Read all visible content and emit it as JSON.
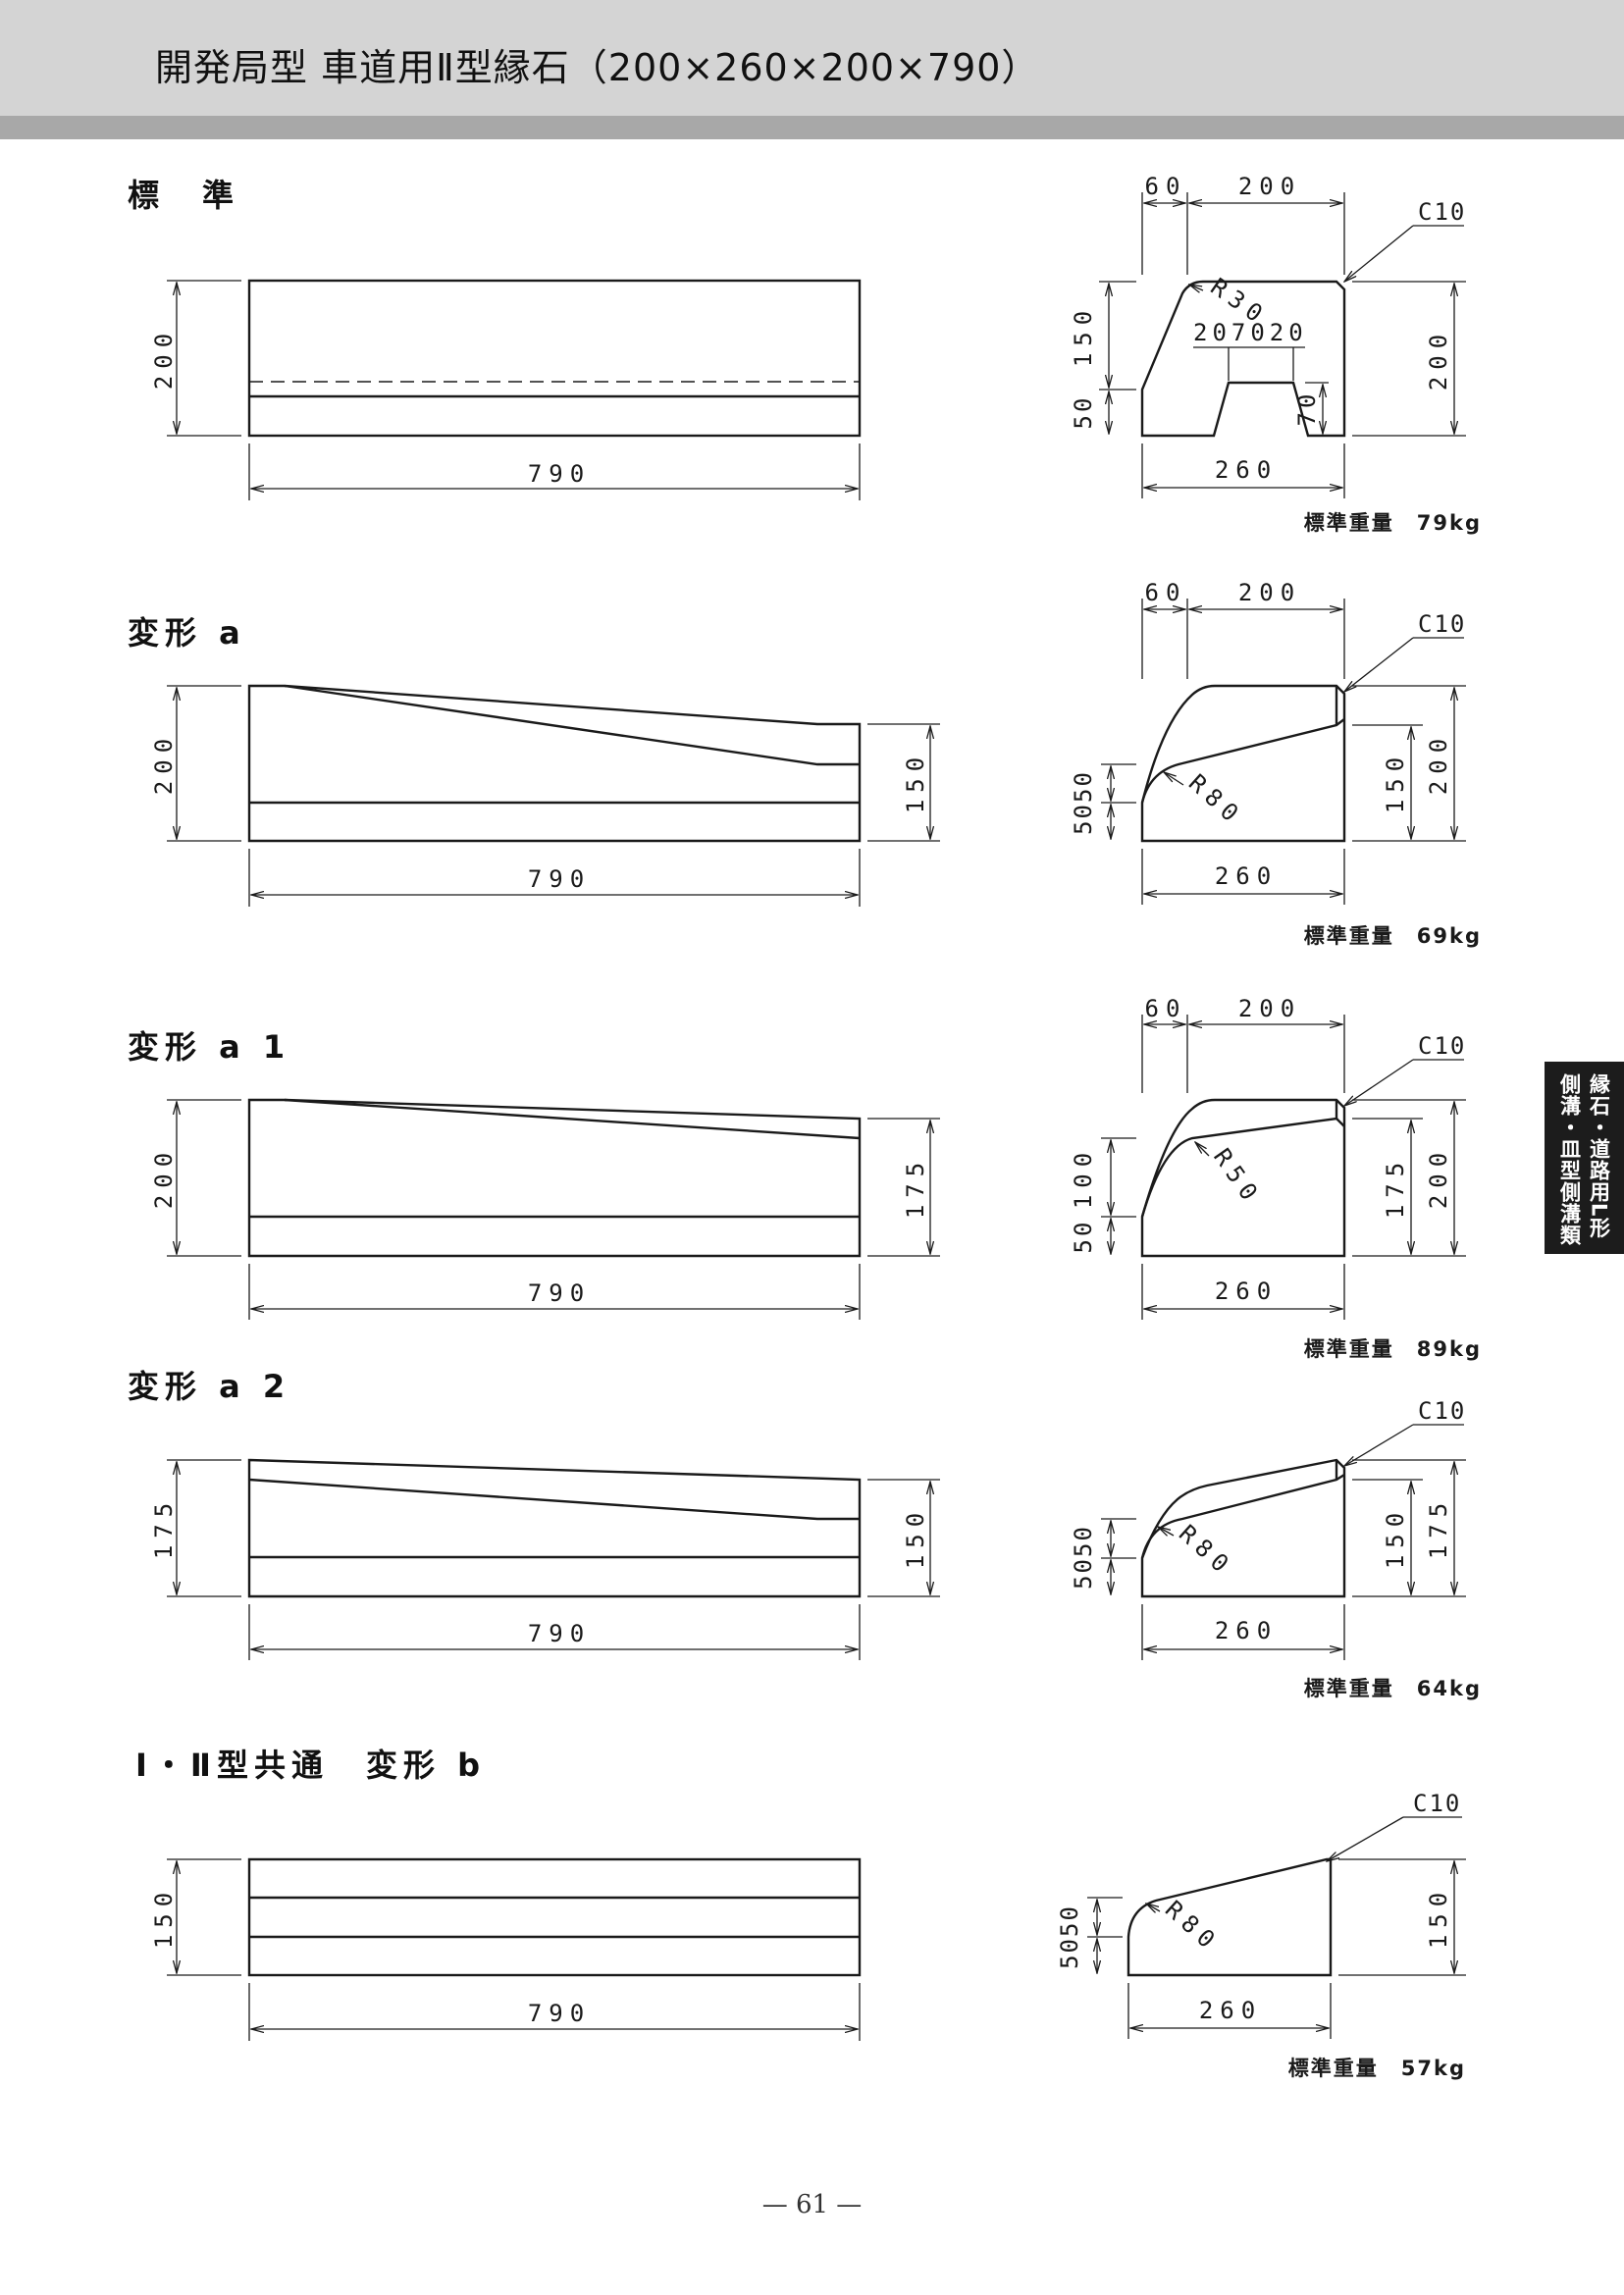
{
  "header": {
    "title": "開発局型 車道用Ⅱ型縁石（200×260×200×790）"
  },
  "side_tab": {
    "line1": "縁石・道路用L形",
    "line2": "側溝・皿型側溝類"
  },
  "page_number": "— 61 —",
  "sections": [
    {
      "title": "標　準",
      "side": {
        "length": "790",
        "height": "200"
      },
      "section": {
        "top_left": "60",
        "top_right": "200",
        "chamfer": "C10",
        "radius": "R30",
        "groove": "207020",
        "left_upper": "150",
        "left_lower": "50",
        "groove_depth": "70",
        "right": "200",
        "bottom": "260"
      },
      "weight": "標準重量　79kg"
    },
    {
      "title": "変形 a",
      "side": {
        "length": "790",
        "height": "200",
        "right_height": "150"
      },
      "section": {
        "top_left": "60",
        "top_right": "200",
        "chamfer": "C10",
        "radius": "R80",
        "left": "5050",
        "inner_right": "150",
        "right": "200",
        "bottom": "260"
      },
      "weight": "標準重量　69kg"
    },
    {
      "title": "変形 a 1",
      "side": {
        "length": "790",
        "height": "200",
        "right_height": "175"
      },
      "section": {
        "top_left": "60",
        "top_right": "200",
        "chamfer": "C10",
        "radius": "R50",
        "left_upper": "100",
        "left_lower": "50",
        "inner_right": "175",
        "right": "200",
        "bottom": "260"
      },
      "weight": "標準重量　89kg"
    },
    {
      "title": "変形 a 2",
      "side": {
        "length": "790",
        "height": "175",
        "right_height": "150"
      },
      "section": {
        "chamfer": "C10",
        "radius": "R80",
        "left": "5050",
        "inner_right": "150",
        "right": "175",
        "bottom": "260"
      },
      "weight": "標準重量　64kg"
    },
    {
      "title": "Ⅰ・Ⅱ型共通　変形 b",
      "side": {
        "length": "790",
        "height": "150"
      },
      "section": {
        "chamfer": "C10",
        "radius": "R80",
        "left": "5050",
        "right": "150",
        "bottom": "260"
      },
      "weight": "標準重量　57kg"
    }
  ]
}
